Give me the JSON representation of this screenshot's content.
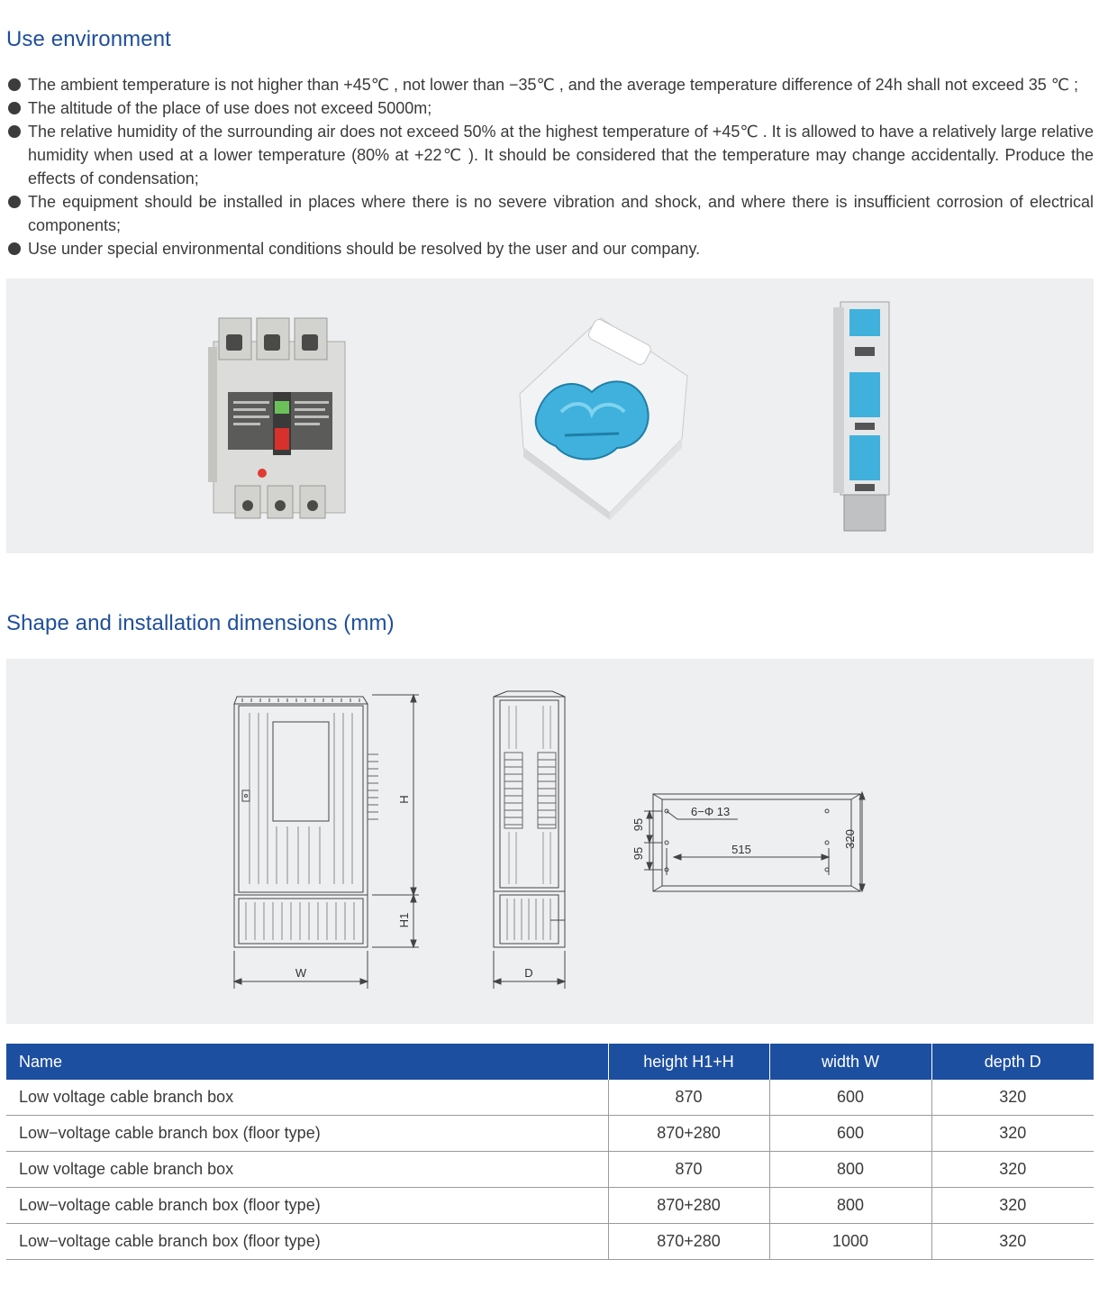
{
  "sections": {
    "environment_title": "Use environment",
    "dimensions_title": "Shape and installation dimensions (mm)"
  },
  "environment": [
    "The ambient temperature is not higher than +45℃ , not lower than −35℃ , and the average temperature difference of 24h shall not exceed 35 ℃ ;",
    "The altitude of the place of use does not exceed 5000m;",
    "The relative humidity of the surrounding air does not exceed 50% at the highest temperature of +45℃ . It is allowed to have a relatively large relative humidity when used at a lower temperature (80% at +22℃ ). It should be considered that the temperature may change accidentally. Produce the effects of condensation;",
    "The equipment should be installed in places where there is no severe vibration and shock, and where there is insufficient corrosion of electrical components;",
    "Use under special environmental conditions should be resolved by the user and our company."
  ],
  "drawing": {
    "label_h": "H",
    "label_h1": "H1",
    "label_w": "W",
    "label_d": "D",
    "label_holes": "6−Φ 13",
    "label_515": "515",
    "label_95a": "95",
    "label_95b": "95",
    "label_320": "320"
  },
  "table": {
    "headers": [
      "Name",
      "height H1+H",
      "width W",
      "depth D"
    ],
    "rows": [
      [
        "Low voltage cable branch box",
        "870",
        "600",
        "320"
      ],
      [
        "Low−voltage cable branch box (floor type)",
        "870+280",
        "600",
        "320"
      ],
      [
        "Low voltage cable branch box",
        "870",
        "800",
        "320"
      ],
      [
        "Low−voltage cable branch box (floor type)",
        "870+280",
        "800",
        "320"
      ],
      [
        "Low−voltage cable branch box (floor type)",
        "870+280",
        "1000",
        "320"
      ]
    ]
  },
  "colors": {
    "accent": "#1f4e9c",
    "table_header": "#1d4fa1",
    "band": "#eeeff1",
    "product_blue": "#3fb1dc"
  }
}
